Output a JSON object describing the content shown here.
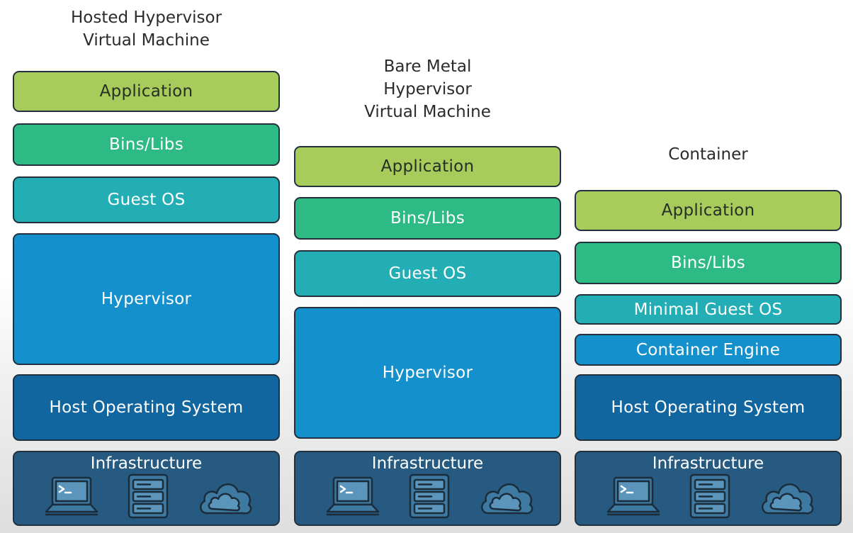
{
  "columns": [
    {
      "title": "Hosted Hypervisor\nVirtual Machine",
      "layers": [
        {
          "label": "Application",
          "kind": "app"
        },
        {
          "label": "Bins/Libs",
          "kind": "bins"
        },
        {
          "label": "Guest OS",
          "kind": "os"
        },
        {
          "label": "Hypervisor",
          "kind": "hyp"
        },
        {
          "label": "Host Operating System",
          "kind": "host"
        }
      ],
      "infrastructure": {
        "label": "Infrastructure",
        "icons": [
          "laptop-icon",
          "server-icon",
          "cloud-icon"
        ]
      }
    },
    {
      "title": "Bare Metal\nHypervisor\nVirtual Machine",
      "layers": [
        {
          "label": "Application",
          "kind": "app"
        },
        {
          "label": "Bins/Libs",
          "kind": "bins"
        },
        {
          "label": "Guest OS",
          "kind": "os"
        },
        {
          "label": "Hypervisor",
          "kind": "hyp"
        }
      ],
      "infrastructure": {
        "label": "Infrastructure",
        "icons": [
          "laptop-icon",
          "server-icon",
          "cloud-icon"
        ]
      }
    },
    {
      "title": "Container",
      "layers": [
        {
          "label": "Application",
          "kind": "app"
        },
        {
          "label": "Bins/Libs",
          "kind": "bins"
        },
        {
          "label": "Minimal Guest OS",
          "kind": "os"
        },
        {
          "label": "Container Engine",
          "kind": "hyp"
        },
        {
          "label": "Host Operating System",
          "kind": "host"
        }
      ],
      "infrastructure": {
        "label": "Infrastructure",
        "icons": [
          "laptop-icon",
          "server-icon",
          "cloud-icon"
        ]
      }
    }
  ],
  "colors": {
    "application": "#a7cc5c",
    "bins_libs": "#2dba85",
    "guest_os": "#22aeb4",
    "hypervisor": "#1490cc",
    "host_os": "#11669f",
    "infrastructure": "#265a80",
    "outline": "#22313d"
  }
}
